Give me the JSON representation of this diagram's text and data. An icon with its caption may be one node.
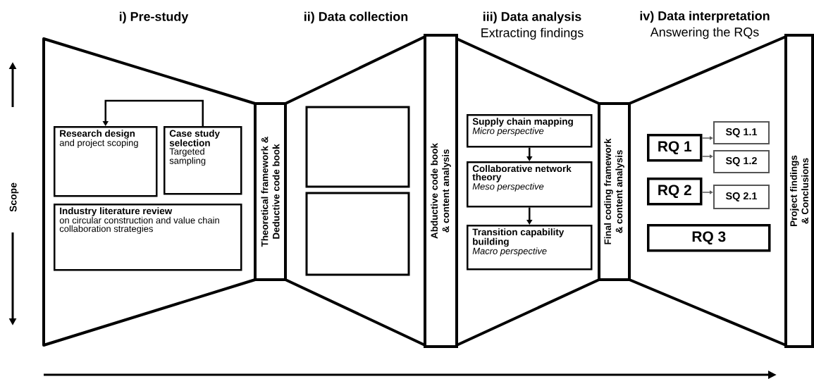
{
  "diagram": {
    "nodes": [
      {
        "text": [
          "Research design",
          "and project scoping"
        ]
      },
      {
        "text": [
          "Case study selection",
          "Targeted sampling"
        ]
      },
      {
        "text": [
          "Industry literature review",
          "on circular construction and value chain collaboration strategies"
        ]
      },
      {
        "text": [
          "Theoretical framework & Deductive code book"
        ]
      },
      {
        "text": [],
        "shape": "box"
      },
      {
        "text": [],
        "shape": "box"
      },
      {
        "text": [
          "Abductive code book & content analysis"
        ]
      },
      {
        "text": [
          "Supply chain mapping",
          "Micro perspective"
        ]
      },
      {
        "text": [
          "Collaborative network theory",
          "Meso perspective"
        ]
      },
      {
        "text": [
          "Transition capability building",
          "Macro perspective"
        ]
      },
      {
        "text": [
          "Final coding framework & content analysis"
        ]
      },
      {
        "text": [
          "RQ 1"
        ]
      },
      {
        "text": [
          "SQ 1.1"
        ]
      },
      {
        "text": [
          "SQ 1.2"
        ]
      },
      {
        "text": [
          "RQ 2"
        ]
      },
      {
        "text": [
          "SQ 2.1"
        ]
      },
      {
        "text": [
          "RQ 3"
        ]
      },
      {
        "text": [
          "Project findings & Conclusions"
        ]
      }
    ],
    "edges": [
      {
        "from": 1,
        "to": 0,
        "arrow": "to"
      },
      {
        "from": 7,
        "to": 8,
        "arrow": "to"
      },
      {
        "from": 8,
        "to": 9,
        "arrow": "to"
      },
      {
        "from": 11,
        "to": 12,
        "arrow": "to",
        "color": "#595959"
      },
      {
        "from": 11,
        "to": 13,
        "arrow": "to",
        "color": "#595959"
      },
      {
        "from": 14,
        "to": 15,
        "arrow": "to",
        "color": "#595959"
      }
    ],
    "labels": [
      "i) Pre-study",
      "ii) Data collection",
      "iii) Data analysis",
      "Extracting findings",
      "iv) Data interpretation",
      "Answering the RQs",
      "Scope"
    ]
  }
}
